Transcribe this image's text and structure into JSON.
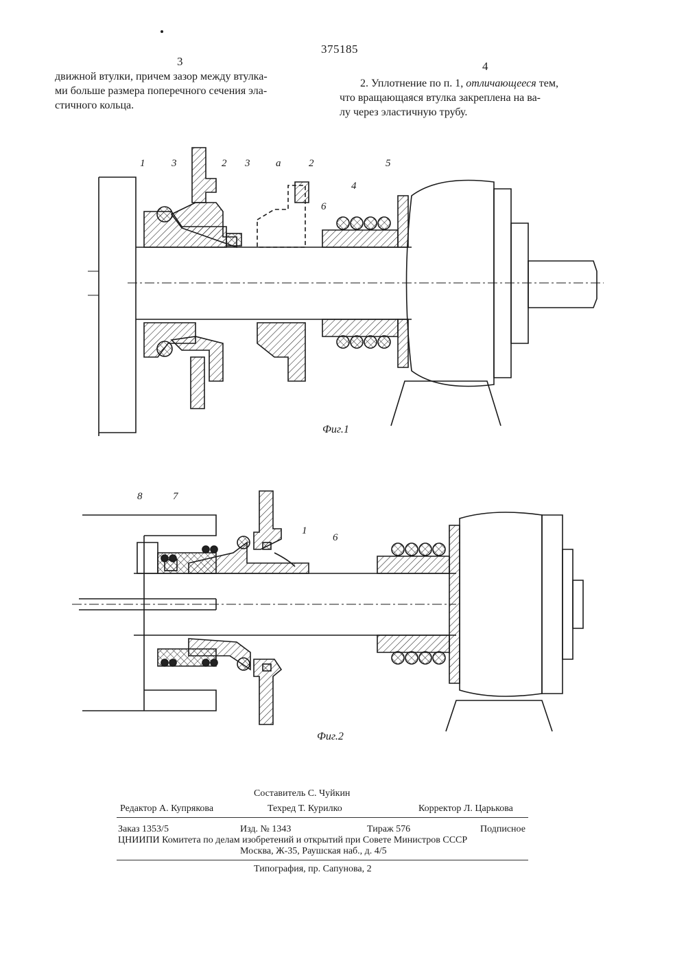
{
  "header": {
    "patent_number": "375185",
    "left_column_number": "3",
    "right_column_number": "4"
  },
  "body": {
    "left_lines": [
      "движной втулки, причем зазор между втулка-",
      "ми больше размера поперечного сечения эла-",
      "стичного кольца."
    ],
    "claim2_prefix": "2. Уплотнение по п. 1, ",
    "claim2_emph": "отличающееся",
    "claim2_suffix": " тем,",
    "right_lines": [
      "что вращающаяся втулка закреплена на ва-",
      "лу через эластичную трубу."
    ]
  },
  "figure1": {
    "caption": "Фиг.1",
    "labels": [
      "1",
      "3",
      "2",
      "3",
      "а",
      "2",
      "6",
      "4",
      "5"
    ]
  },
  "figure2": {
    "caption": "Фиг.2",
    "labels": [
      "8",
      "7",
      "1",
      "6"
    ]
  },
  "footer": {
    "compiler": "Составитель С. Чуйкин",
    "editor": "Редактор А. Купрякова",
    "techred": "Техред Т. Курилко",
    "corrector": "Корректор Л. Царькова",
    "order": "Заказ 1353/5",
    "edition": "Изд. № 1343",
    "print_run": "Тираж 576",
    "subscription": "Подписное",
    "org": "ЦНИИПИ Комитета по делам изобретений и открытий при Совете Министров СССР",
    "address": "Москва, Ж-35, Раушская наб., д. 4/5",
    "printer": "Типография, пр. Сапунова, 2"
  }
}
